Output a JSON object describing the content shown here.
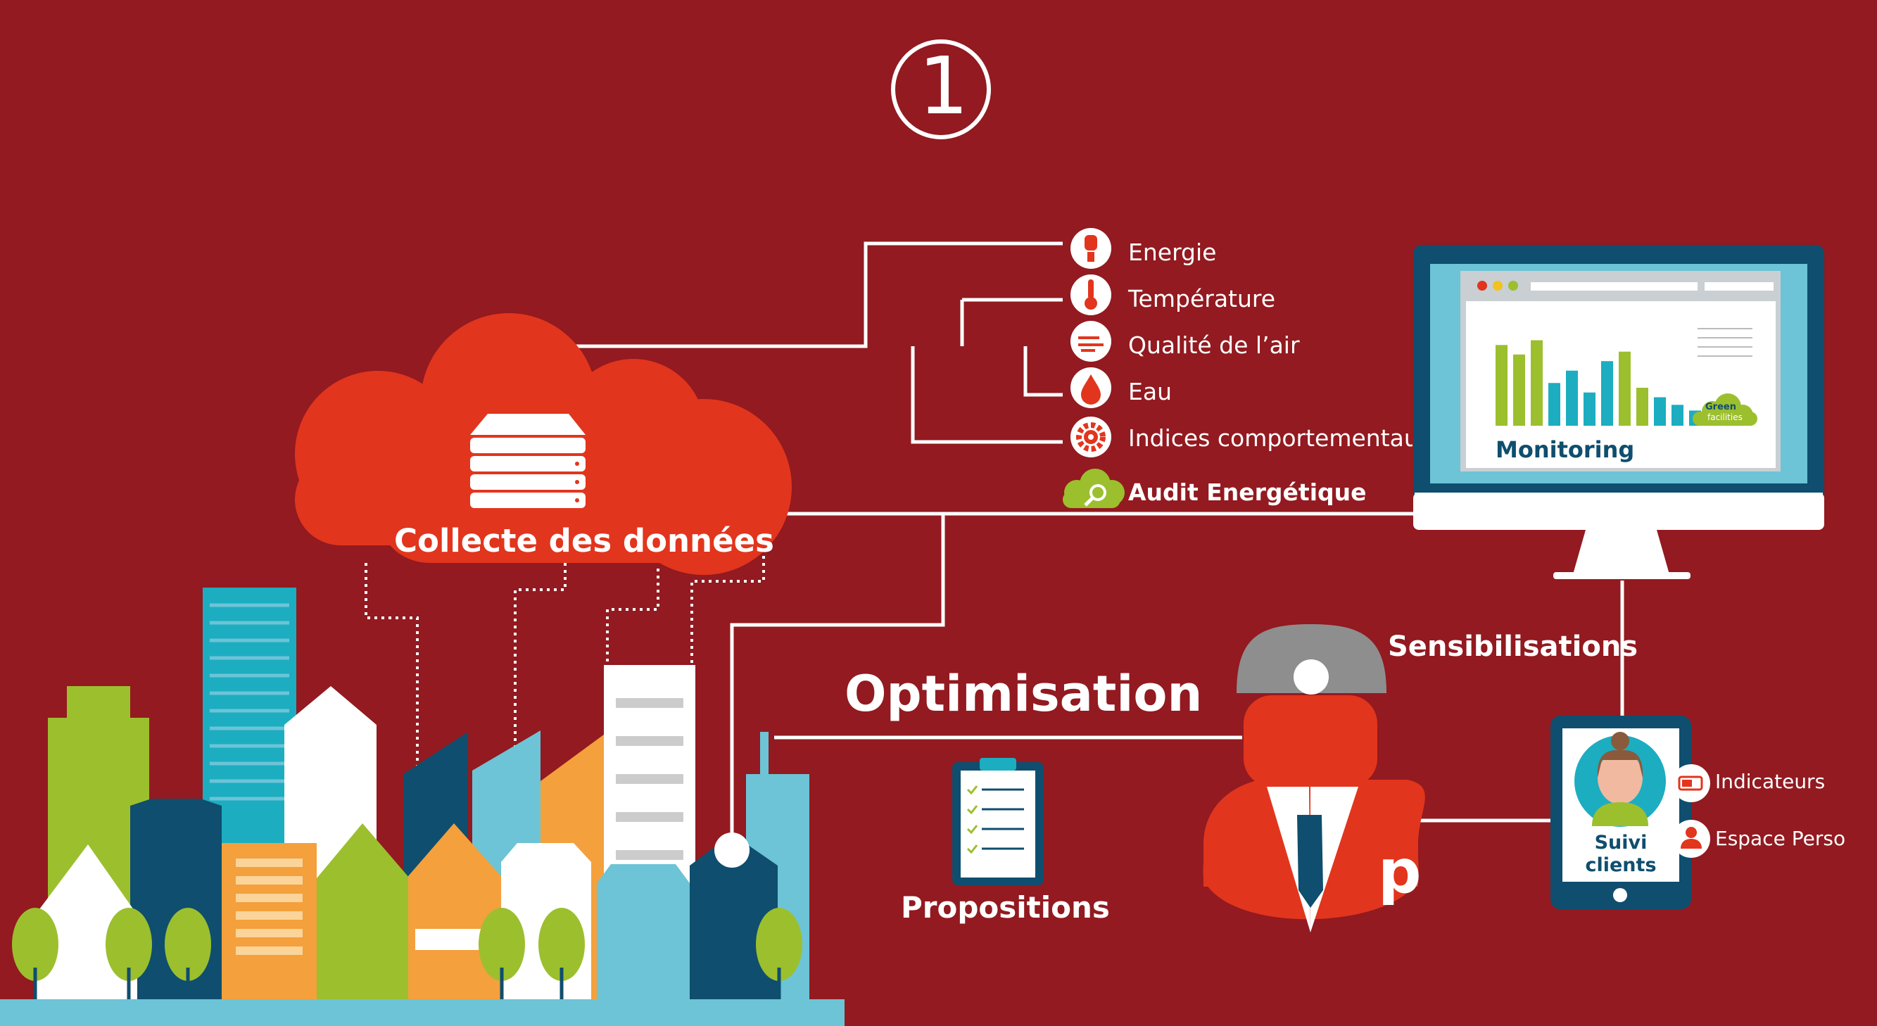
{
  "step_number": "1",
  "colors": {
    "background": "#921a20",
    "accent_red": "#e2351d",
    "green": "#9cbf2e",
    "teal": "#1cadc1",
    "navy": "#0f4e6e",
    "orange": "#f4a03c",
    "white": "#ffffff"
  },
  "data_collection": {
    "title": "Collecte des données",
    "icon": "server-icon"
  },
  "sources": [
    {
      "label": "Energie",
      "icon": "bulb-icon"
    },
    {
      "label": "Température",
      "icon": "thermometer-icon"
    },
    {
      "label": "Qualité de l’air",
      "icon": "air-icon"
    },
    {
      "label": "Eau",
      "icon": "water-drop-icon"
    },
    {
      "label": "Indices comportementaux",
      "icon": "gear-icon"
    }
  ],
  "audit": {
    "label": "Audit Energétique",
    "icon": "audit-cloud-icon"
  },
  "monitoring": {
    "label": "Monitoring",
    "logo_text_1": "Green",
    "logo_text_2": "facilities",
    "bar_levels": [
      0.85,
      0.75,
      0.9,
      0.45,
      0.58,
      0.35,
      0.68,
      0.78,
      0.4,
      0.3,
      0.22,
      0.16
    ]
  },
  "optimisation": {
    "label": "Optimisation"
  },
  "propositions": {
    "label": "Propositions"
  },
  "sensibilisations": {
    "label": "Sensibilisations"
  },
  "consultant": {
    "badge": "p"
  },
  "tablet": {
    "label_line1": "Suivi",
    "label_line2": "clients",
    "features": [
      {
        "label": "Indicateurs",
        "icon": "battery-icon"
      },
      {
        "label": "Espace Perso",
        "icon": "user-icon"
      }
    ]
  }
}
